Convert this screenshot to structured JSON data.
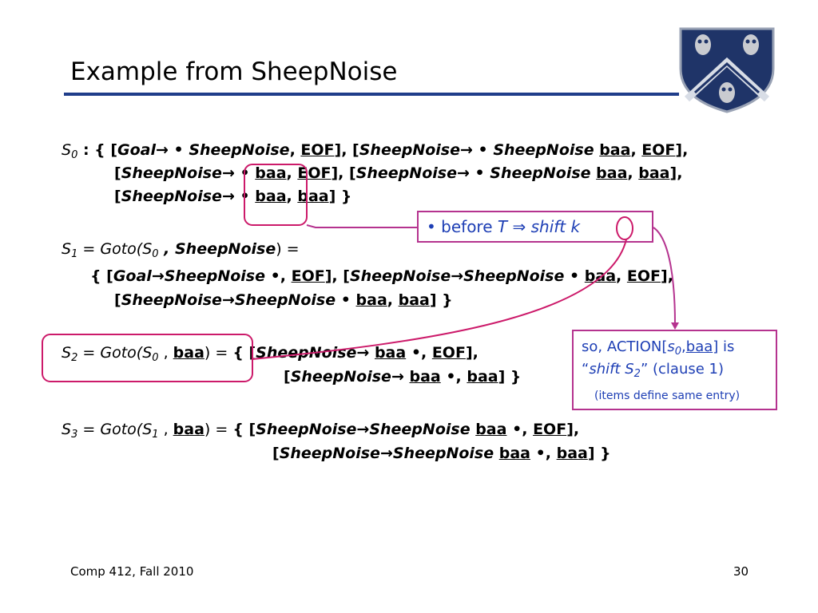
{
  "slide": {
    "title": "Example from SheepNoise",
    "s0": {
      "state": "S",
      "sub": "0",
      "colon": " : { ",
      "l1_item1_open": "[",
      "l1_item1_lhs": "Goal",
      "arrow": "→",
      "dot": "•",
      "l1_item1_rhs": "SheepNoise",
      "comma": ", ",
      "eof": "EOF",
      "close": "]",
      "lhs_sn": "SheepNoise",
      "baa": "baa",
      "close_set": "] }"
    },
    "s1": {
      "state": "S",
      "sub": "1",
      "goto_text": " = Goto(",
      "goto_state": "S",
      "goto_sub": "0",
      "goto_sym": " , SheepNoise",
      "goto_end": ") ="
    },
    "s2": {
      "state": "S",
      "sub": "2",
      "goto_text": " = Goto(",
      "goto_state": "S",
      "goto_sub": "0",
      "goto_sep": " , ",
      "goto_sym": "baa",
      "goto_end": ") = "
    },
    "s3": {
      "state": "S",
      "sub": "3",
      "goto_text": " = Goto(",
      "goto_state": "S",
      "goto_sub": "1",
      "goto_sep": " , ",
      "goto_sym": "baa",
      "goto_end": ") = "
    },
    "callout_shift": {
      "bullet": "• ",
      "before": "before ",
      "symbol": "T",
      "implies": " ⇒ ",
      "shift": "shift ",
      "k": "k"
    },
    "callout_action": {
      "line1_a": "so, ACTION[",
      "line1_s": "s",
      "line1_sub": "0",
      "line1_comma": ",",
      "line1_baa": "baa",
      "line1_b": "] is",
      "line2_open": "“",
      "line2_shift": "shift S",
      "line2_sub": "2",
      "line2_close": "” (clause 1)",
      "line3": "(items define same entry)"
    },
    "footer_left": "Comp 412, Fall 2010",
    "page_number": "30"
  },
  "colors": {
    "rule": "#1f3d8a",
    "callout_border": "#b5338f",
    "callout_text": "#1e3fb5",
    "annotation": "#cc1a6a"
  }
}
